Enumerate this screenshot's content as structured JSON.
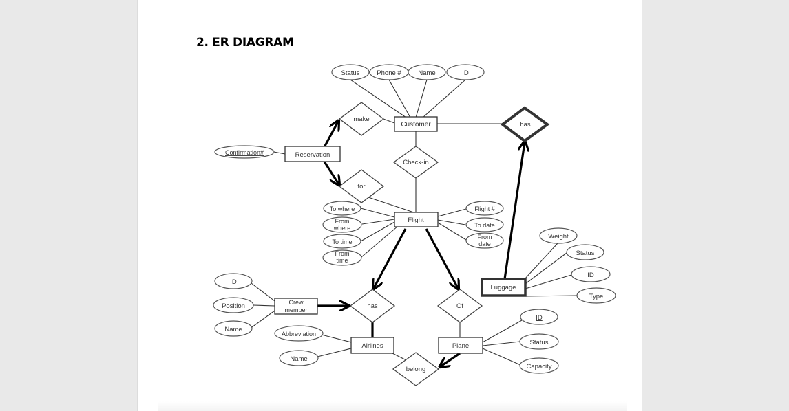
{
  "document": {
    "heading": "2. ER DIAGRAM"
  },
  "entities": {
    "customer": "Customer",
    "reservation": "Reservation",
    "flight": "Flight",
    "crew_member": [
      "Crew",
      "member"
    ],
    "airlines": "Airlines",
    "plane": "Plane",
    "luggage": "Luggage"
  },
  "relationships": {
    "make": "make",
    "for": "for",
    "check_in": "Check-in",
    "has_luggage": "has",
    "has_crew": "has",
    "of": "Of",
    "belong": "belong"
  },
  "attributes": {
    "customer": [
      "Status",
      "Phone #",
      "Name",
      "ID"
    ],
    "reservation": [
      "Confirmation#"
    ],
    "flight_left": [
      "To where",
      [
        "From",
        "where"
      ],
      "To time",
      [
        "From",
        "time"
      ]
    ],
    "flight_right": [
      "Flight #",
      "To date",
      [
        "From",
        "date"
      ]
    ],
    "luggage": [
      "Weight",
      "Status",
      "ID",
      "Type"
    ],
    "crew_member": [
      "ID",
      "Position",
      "Name"
    ],
    "airlines": [
      "Abbreviation",
      "Name"
    ],
    "plane": [
      "ID",
      "Status",
      "Capacity"
    ]
  }
}
